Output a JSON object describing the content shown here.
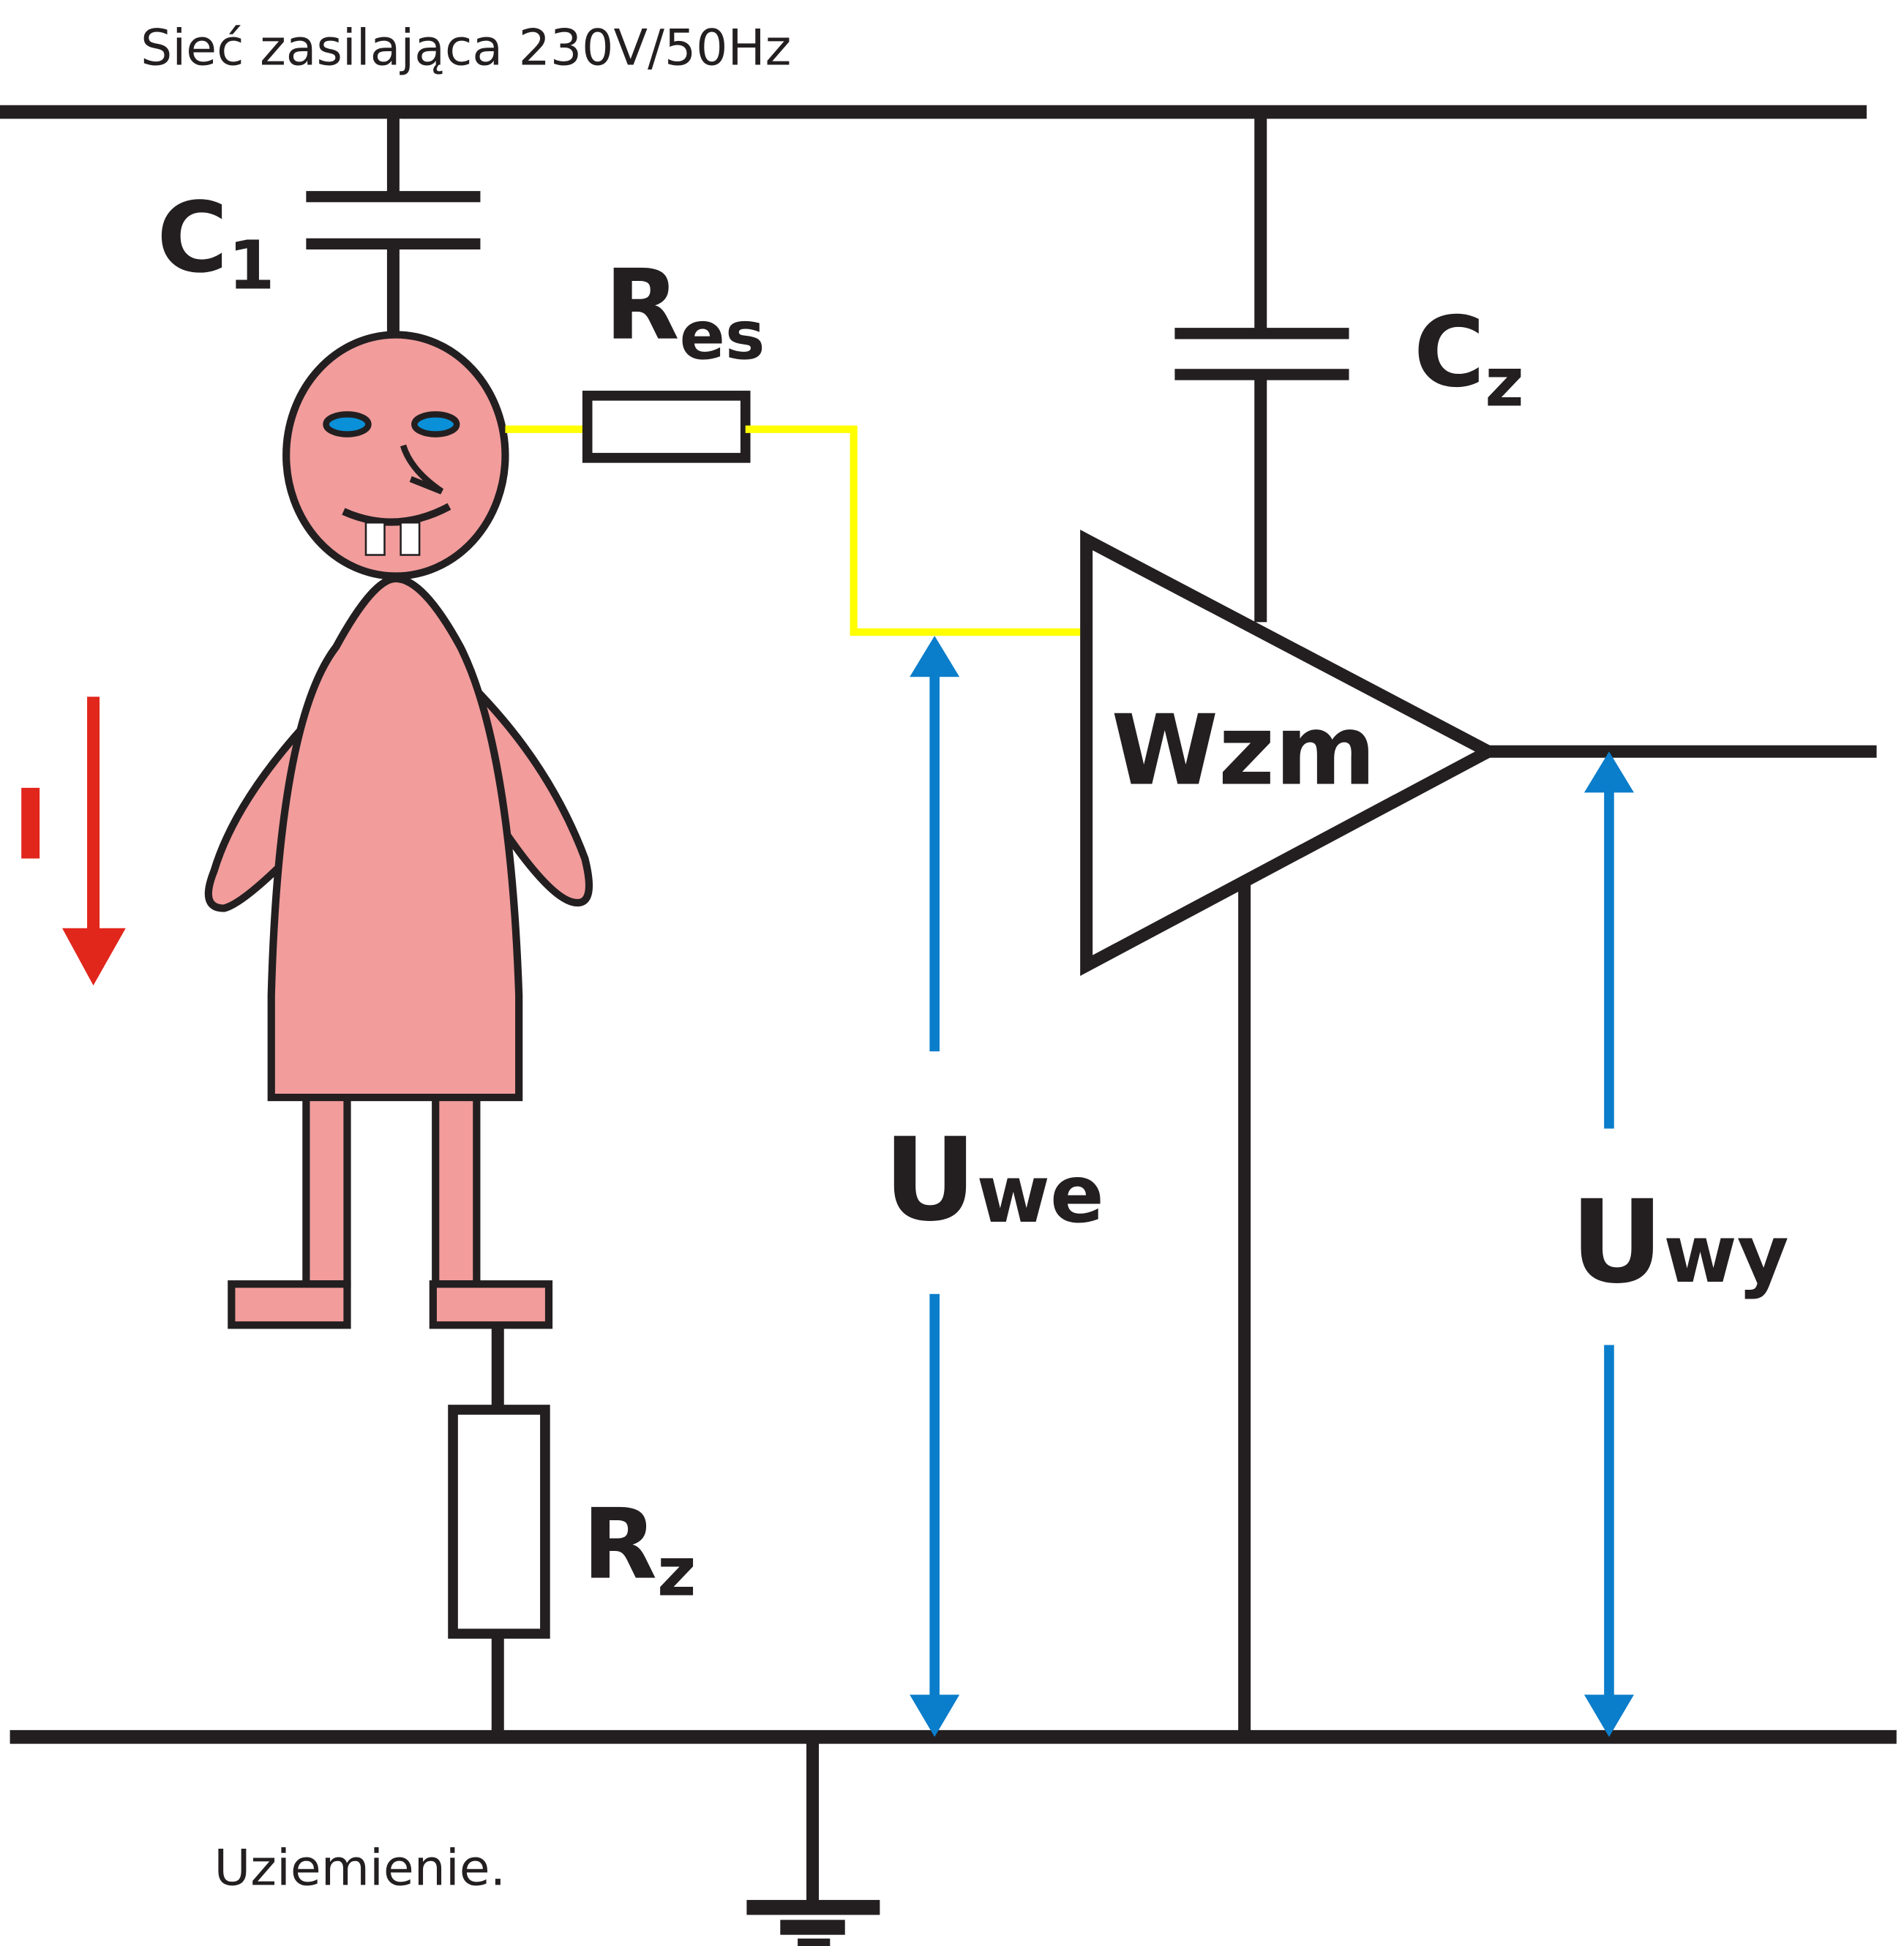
{
  "diagram": {
    "title": "Sieć zasilająca 230V/50Hz",
    "ground_label": "Uziemienie.",
    "components": {
      "c1": {
        "main": "C",
        "sub": "1"
      },
      "res": {
        "main": "R",
        "sub": "es"
      },
      "cz": {
        "main": "C",
        "sub": "z"
      },
      "rz": {
        "main": "R",
        "sub": "z"
      },
      "amplifier": {
        "label": "Wzm"
      },
      "uwe": {
        "main": "U",
        "sub": "we"
      },
      "uwy": {
        "main": "U",
        "sub": "wy"
      },
      "current": {
        "label": "I"
      }
    },
    "colors": {
      "wire": "#231f20",
      "signal_wire": "#ffff00",
      "voltage_arrow": "#0a7dcb",
      "current_arrow": "#e1261c",
      "skin": "#f29c9c",
      "eye": "#0a90d8"
    }
  }
}
